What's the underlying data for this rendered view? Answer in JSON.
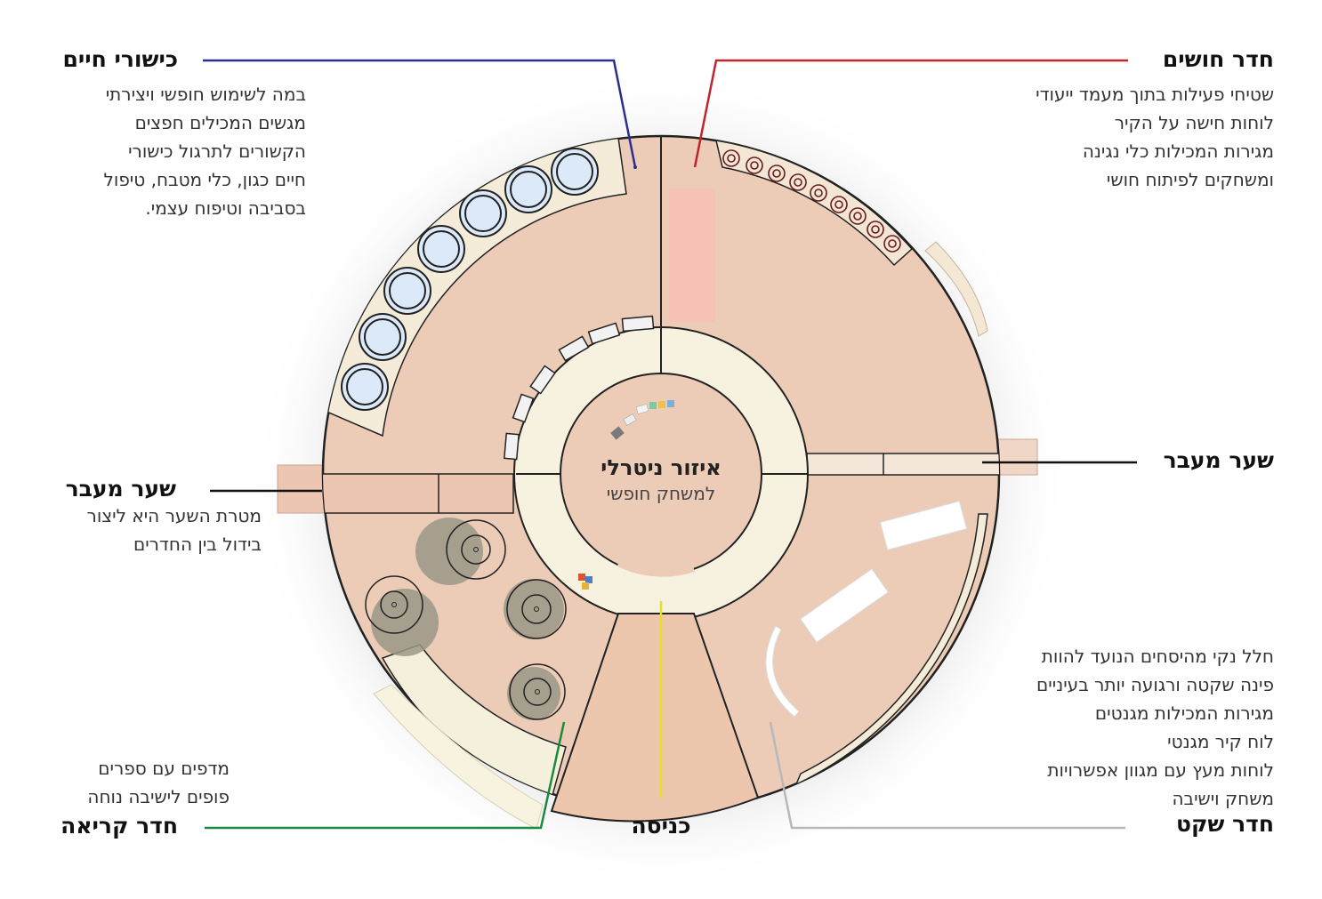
{
  "rooms": {
    "life_skills": {
      "title": "כישורי חיים",
      "lines": [
        "במה לשימוש חופשי ויצירתי",
        "מגשים המכילים חפצים",
        "הקשורים לתרגול כישורי",
        "חיים כגון, כלי מטבח, טיפול",
        "בסביבה וטיפוח עצמי."
      ],
      "color": "#2b2f8c"
    },
    "sensory": {
      "title": "חדר חושים",
      "lines": [
        "שטיחי פעילות בתוך מעמד ייעודי",
        "לוחות חישה על הקיר",
        "מגירות המכילות כלי נגינה",
        "ומשחקים לפיתוח חושי"
      ],
      "color": "#c0242c"
    },
    "gate_left": {
      "title": "שער מעבר",
      "lines": [
        "מטרת השער היא ליצור",
        "בידול בין החדרים"
      ],
      "color": "#111111"
    },
    "gate_right": {
      "title": "שער מעבר",
      "color": "#111111"
    },
    "quiet": {
      "title": "חדר שקט",
      "lines": [
        "חלל נקי מהיסחים הנועד להוות",
        "פינה שקטה ורגועה יותר בעיניים",
        "מגירות המכילות מגנטים",
        "לוח קיר מגנטי",
        "לוחות מעץ עם מגוון אפשרויות",
        "משחק וישיבה"
      ],
      "color": "#b8b8b8"
    },
    "reading": {
      "title": "חדר קריאה",
      "lines": [
        "מדפים עם ספרים",
        "פופים לישיבה נוחה"
      ],
      "color": "#1a8a3c"
    },
    "entrance": {
      "title": "כניסה",
      "color": "#e8e020"
    }
  },
  "center": {
    "title": "איזור ניטרלי",
    "subtitle": "למשחק חופשי"
  },
  "palette": {
    "floor": "#eccbb7",
    "inner_ring": "#f7f1df",
    "sensory_panel": "#f6c2b6",
    "drum": "#dbe9f8",
    "pouf": "#9a9887"
  }
}
